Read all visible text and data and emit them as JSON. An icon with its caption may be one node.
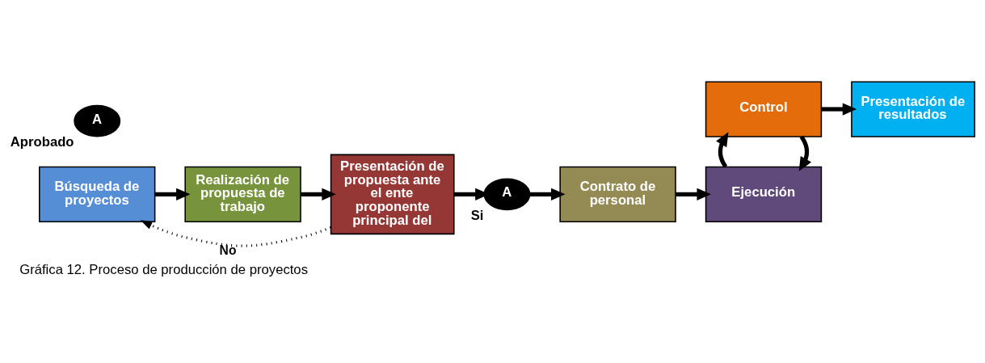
{
  "diagram": {
    "caption": "Gráfica 12. Proceso de producción de proyectos",
    "nodes": [
      {
        "text": [
          "Búsqueda de proyectos"
        ]
      },
      {
        "text": [
          "Realización de propuesta de trabajo"
        ]
      },
      {
        "text": [
          "Presentación de propuesta ante el ente proponente principal del"
        ]
      },
      {
        "text": [
          "A"
        ],
        "beside": [
          "Si"
        ]
      },
      {
        "text": [
          "Contrato de personal"
        ]
      },
      {
        "text": [
          "Ejecución"
        ]
      },
      {
        "text": [
          "Control"
        ]
      },
      {
        "text": [
          "Presentación de resultados"
        ]
      },
      {
        "text": [
          "A"
        ],
        "beside": [
          "Aprobado"
        ]
      }
    ],
    "edges": [
      {
        "from": 0,
        "to": 1,
        "arrow": "to"
      },
      {
        "from": 1,
        "to": 2,
        "arrow": "to"
      },
      {
        "from": 2,
        "to": 3,
        "arrow": "to"
      },
      {
        "from": 3,
        "to": 4,
        "arrow": "to"
      },
      {
        "from": 4,
        "to": 5,
        "arrow": "to"
      },
      {
        "from": 6,
        "to": 5,
        "arrow": "to"
      },
      {
        "from": 5,
        "to": 6,
        "arrow": "to"
      },
      {
        "from": 6,
        "to": 7,
        "arrow": "to"
      },
      {
        "from": 2,
        "to": 0,
        "arrow": "to",
        "label": "No",
        "style": "dashed"
      }
    ]
  }
}
